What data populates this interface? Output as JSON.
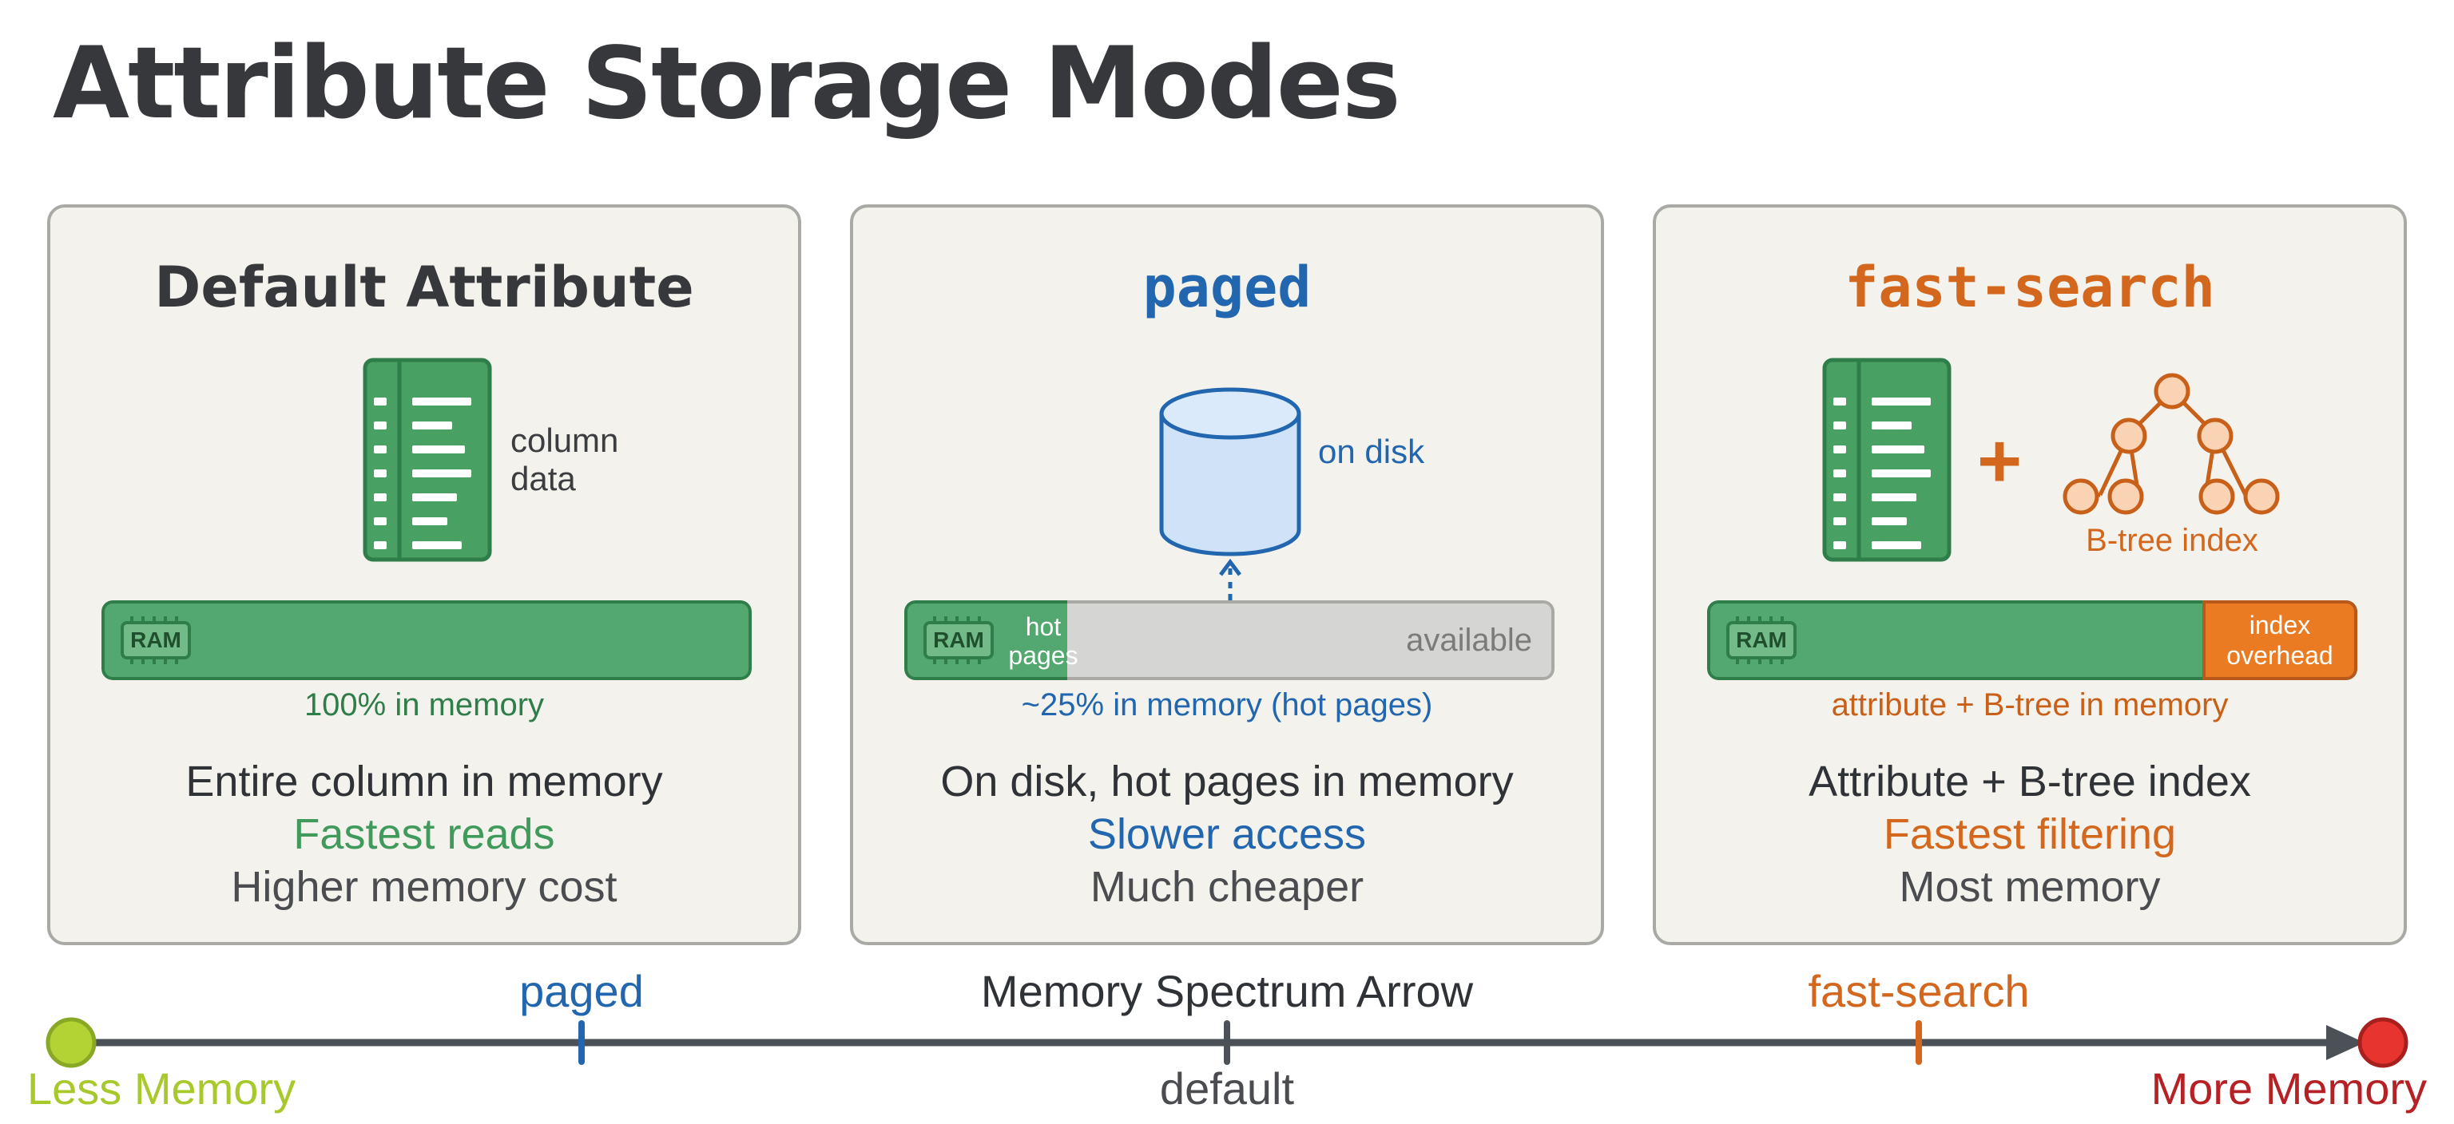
{
  "title": "Attribute Storage Modes",
  "cards": [
    {
      "title": "Default Attribute",
      "icon_label_line1": "column",
      "icon_label_line2": "data",
      "ram_label": "RAM",
      "memory_fraction": 1.0,
      "caption": "100% in memory",
      "desc_line1": "Entire column in memory",
      "desc_line2": "Fastest reads",
      "desc_line3": "Higher memory cost"
    },
    {
      "title": "paged",
      "icon_label": "on disk",
      "ram_label": "RAM",
      "hot_label_line1": "hot",
      "hot_label_line2": "pages",
      "available_label": "available",
      "memory_fraction": 0.25,
      "caption": "~25% in memory (hot pages)",
      "desc_line1": "On disk, hot pages in memory",
      "desc_line2": "Slower access",
      "desc_line3": "Much cheaper"
    },
    {
      "title": "fast-search",
      "plus": "+",
      "tree_label": "B-tree index",
      "ram_label": "RAM",
      "overhead_label_line1": "index",
      "overhead_label_line2": "overhead",
      "caption": "attribute + B-tree in memory",
      "desc_line1": "Attribute + B-tree index",
      "desc_line2": "Fastest filtering",
      "desc_line3": "Most memory"
    }
  ],
  "spectrum": {
    "title": "Memory Spectrum Arrow",
    "left_label": "Less Memory",
    "right_label": "More Memory",
    "marker_paged": "paged",
    "marker_default": "default",
    "marker_fast": "fast-search"
  },
  "colors": {
    "green": "#3f9a5c",
    "green_fill": "#52a86f",
    "blue": "#2166ae",
    "orange": "#d2671d",
    "dark": "#2f3236",
    "muted": "#4a4c50",
    "lime": "#a8c92c",
    "red": "#d8322f"
  }
}
